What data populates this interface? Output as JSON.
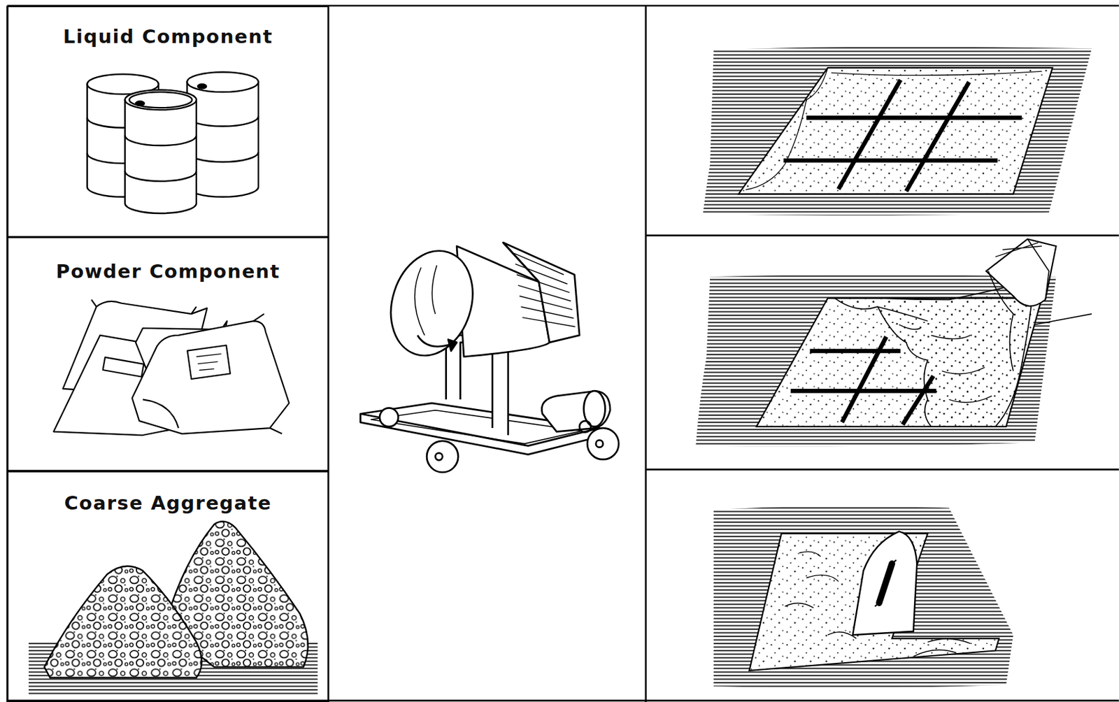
{
  "diagram": {
    "nodes": [
      {
        "text": [
          "Liquid Component"
        ]
      },
      {
        "text": [
          "Powder Component"
        ]
      },
      {
        "text": [
          "Coarse Aggregate"
        ]
      }
    ]
  }
}
